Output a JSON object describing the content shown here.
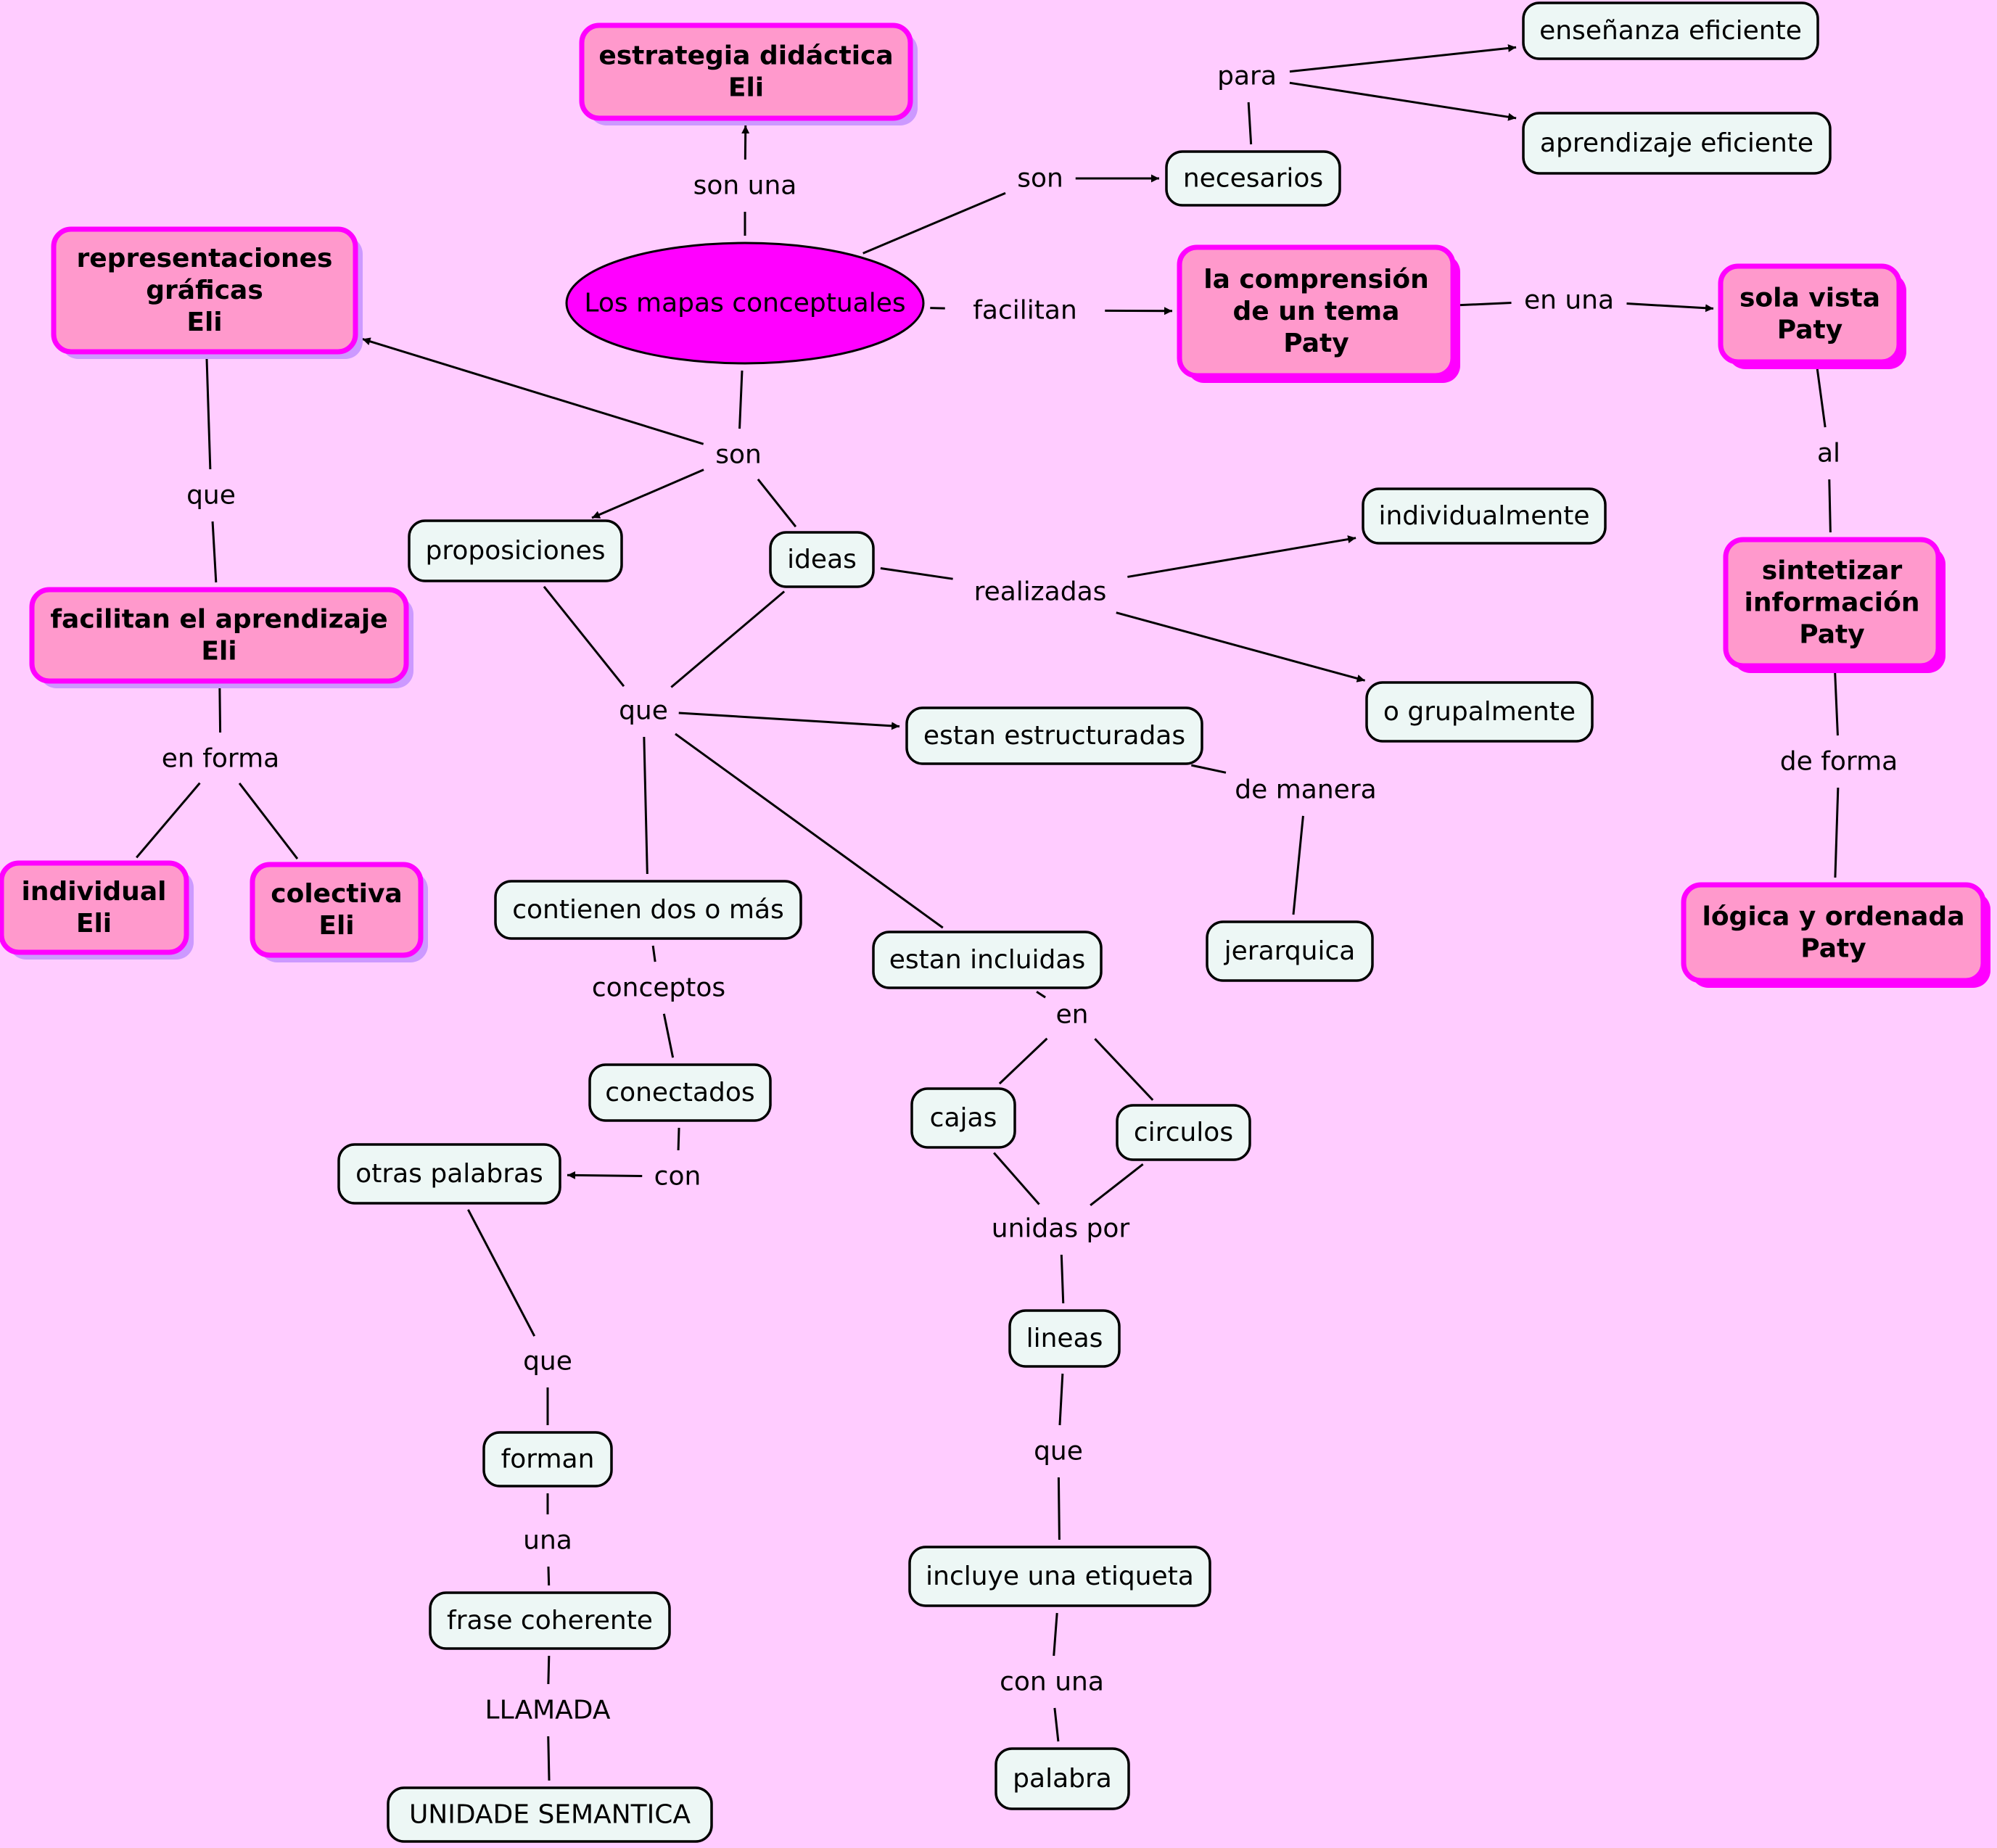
{
  "map": {
    "root": {
      "id": "root",
      "label": "Los mapas conceptuales",
      "color": "#ff00ff"
    },
    "colors": {
      "background": "#ffccff",
      "highlight_fill": "#ff99cc",
      "highlight_border": "#ff00ff",
      "shadow_eli": "#cc99ff",
      "shadow_paty": "#ff00ff",
      "plain_fill": "#edf7f5"
    },
    "concepts": [
      {
        "id": "estrategia",
        "lines": [
          "estrategia didáctica",
          "Eli"
        ],
        "style": "eli"
      },
      {
        "id": "representaciones",
        "lines": [
          "representaciones",
          "gráficas",
          "Eli"
        ],
        "style": "eli"
      },
      {
        "id": "facilitan_aprendizaje",
        "lines": [
          "facilitan el aprendizaje",
          "Eli"
        ],
        "style": "eli"
      },
      {
        "id": "individual",
        "lines": [
          "individual",
          "Eli"
        ],
        "style": "eli"
      },
      {
        "id": "colectiva",
        "lines": [
          "colectiva",
          "Eli"
        ],
        "style": "eli"
      },
      {
        "id": "comprension",
        "lines": [
          "la comprensión",
          "de un tema",
          "Paty"
        ],
        "style": "paty"
      },
      {
        "id": "sola_vista",
        "lines": [
          "sola vista",
          "Paty"
        ],
        "style": "paty"
      },
      {
        "id": "sintetizar",
        "lines": [
          "sintetizar",
          "información",
          "Paty"
        ],
        "style": "paty"
      },
      {
        "id": "logica",
        "lines": [
          "lógica y ordenada",
          "Paty"
        ],
        "style": "paty"
      },
      {
        "id": "ensenanza",
        "lines": [
          "enseñanza eficiente"
        ],
        "style": "plain"
      },
      {
        "id": "aprendizaje_ef",
        "lines": [
          "aprendizaje eficiente"
        ],
        "style": "plain"
      },
      {
        "id": "necesarios",
        "lines": [
          "necesarios"
        ],
        "style": "plain"
      },
      {
        "id": "proposiciones",
        "lines": [
          "proposiciones"
        ],
        "style": "plain"
      },
      {
        "id": "ideas",
        "lines": [
          "ideas"
        ],
        "style": "plain"
      },
      {
        "id": "individualmente",
        "lines": [
          "individualmente"
        ],
        "style": "plain"
      },
      {
        "id": "grupalmente",
        "lines": [
          "o grupalmente"
        ],
        "style": "plain"
      },
      {
        "id": "estructuradas",
        "lines": [
          "estan estructuradas"
        ],
        "style": "plain"
      },
      {
        "id": "jerarquica",
        "lines": [
          "jerarquica"
        ],
        "style": "plain"
      },
      {
        "id": "contienen",
        "lines": [
          "contienen dos o más"
        ],
        "style": "plain"
      },
      {
        "id": "incluidas",
        "lines": [
          "estan incluidas"
        ],
        "style": "plain"
      },
      {
        "id": "conectados",
        "lines": [
          "conectados"
        ],
        "style": "plain"
      },
      {
        "id": "otras_palabras",
        "lines": [
          "otras palabras"
        ],
        "style": "plain"
      },
      {
        "id": "cajas",
        "lines": [
          "cajas"
        ],
        "style": "plain"
      },
      {
        "id": "circulos",
        "lines": [
          "circulos"
        ],
        "style": "plain"
      },
      {
        "id": "lineas",
        "lines": [
          "lineas"
        ],
        "style": "plain"
      },
      {
        "id": "forman",
        "lines": [
          "forman"
        ],
        "style": "plain"
      },
      {
        "id": "incluye",
        "lines": [
          "incluye una etiqueta"
        ],
        "style": "plain"
      },
      {
        "id": "frase",
        "lines": [
          "frase coherente"
        ],
        "style": "plain"
      },
      {
        "id": "palabra",
        "lines": [
          "palabra"
        ],
        "style": "plain"
      },
      {
        "id": "unidade",
        "lines": [
          "UNIDADE SEMANTICA"
        ],
        "style": "plain"
      }
    ],
    "linking_phrases": [
      {
        "id": "l_son_una",
        "label": "son una"
      },
      {
        "id": "l_son_nec",
        "label": "son"
      },
      {
        "id": "l_para",
        "label": "para"
      },
      {
        "id": "l_facilitan",
        "label": "facilitan"
      },
      {
        "id": "l_en_una",
        "label": "en una"
      },
      {
        "id": "l_son",
        "label": "son"
      },
      {
        "id": "l_que_rep",
        "label": "que"
      },
      {
        "id": "l_realizadas",
        "label": "realizadas"
      },
      {
        "id": "l_que_mid",
        "label": "que"
      },
      {
        "id": "l_en_forma",
        "label": "en forma"
      },
      {
        "id": "l_de_manera",
        "label": "de manera"
      },
      {
        "id": "l_al",
        "label": "al"
      },
      {
        "id": "l_de_forma",
        "label": "de forma"
      },
      {
        "id": "l_conceptos",
        "label": "conceptos"
      },
      {
        "id": "l_en",
        "label": "en"
      },
      {
        "id": "l_con",
        "label": "con"
      },
      {
        "id": "l_unidas_por",
        "label": "unidas por"
      },
      {
        "id": "l_que_forman",
        "label": "que"
      },
      {
        "id": "l_que_incluye",
        "label": "que"
      },
      {
        "id": "l_una",
        "label": "una"
      },
      {
        "id": "l_con_una",
        "label": "con una"
      },
      {
        "id": "l_llamada",
        "label": "LLAMADA"
      }
    ],
    "connections": [
      {
        "from": "root",
        "to": "l_son_una",
        "arrow": false
      },
      {
        "from": "l_son_una",
        "to": "estrategia",
        "arrow": true
      },
      {
        "from": "root",
        "to": "l_son_nec",
        "arrow": false
      },
      {
        "from": "l_son_nec",
        "to": "necesarios",
        "arrow": true
      },
      {
        "from": "necesarios",
        "to": "l_para",
        "arrow": false
      },
      {
        "from": "l_para",
        "to": "ensenanza",
        "arrow": true
      },
      {
        "from": "l_para",
        "to": "aprendizaje_ef",
        "arrow": true
      },
      {
        "from": "root",
        "to": "l_facilitan",
        "arrow": false
      },
      {
        "from": "l_facilitan",
        "to": "comprension",
        "arrow": true
      },
      {
        "from": "comprension",
        "to": "l_en_una",
        "arrow": false
      },
      {
        "from": "l_en_una",
        "to": "sola_vista",
        "arrow": true
      },
      {
        "from": "sola_vista",
        "to": "l_al",
        "arrow": false
      },
      {
        "from": "l_al",
        "to": "sintetizar",
        "arrow": false
      },
      {
        "from": "sintetizar",
        "to": "l_de_forma",
        "arrow": false
      },
      {
        "from": "l_de_forma",
        "to": "logica",
        "arrow": false
      },
      {
        "from": "root",
        "to": "l_son",
        "arrow": false
      },
      {
        "from": "l_son",
        "to": "representaciones",
        "arrow": true
      },
      {
        "from": "l_son",
        "to": "proposiciones",
        "arrow": true
      },
      {
        "from": "l_son",
        "to": "ideas",
        "arrow": false
      },
      {
        "from": "representaciones",
        "to": "l_que_rep",
        "arrow": false
      },
      {
        "from": "l_que_rep",
        "to": "facilitan_aprendizaje",
        "arrow": false
      },
      {
        "from": "facilitan_aprendizaje",
        "to": "l_en_forma",
        "arrow": false
      },
      {
        "from": "l_en_forma",
        "to": "individual",
        "arrow": false
      },
      {
        "from": "l_en_forma",
        "to": "colectiva",
        "arrow": false
      },
      {
        "from": "ideas",
        "to": "l_realizadas",
        "arrow": false
      },
      {
        "from": "l_realizadas",
        "to": "individualmente",
        "arrow": true
      },
      {
        "from": "l_realizadas",
        "to": "grupalmente",
        "arrow": true
      },
      {
        "from": "proposiciones",
        "to": "l_que_mid",
        "arrow": false
      },
      {
        "from": "ideas",
        "to": "l_que_mid",
        "arrow": false
      },
      {
        "from": "l_que_mid",
        "to": "estructuradas",
        "arrow": true
      },
      {
        "from": "l_que_mid",
        "to": "contienen",
        "arrow": false
      },
      {
        "from": "l_que_mid",
        "to": "incluidas",
        "arrow": false
      },
      {
        "from": "estructuradas",
        "to": "l_de_manera",
        "arrow": false
      },
      {
        "from": "l_de_manera",
        "to": "jerarquica",
        "arrow": false
      },
      {
        "from": "contienen",
        "to": "l_conceptos",
        "arrow": false
      },
      {
        "from": "l_conceptos",
        "to": "conectados",
        "arrow": false
      },
      {
        "from": "conectados",
        "to": "l_con",
        "arrow": false
      },
      {
        "from": "l_con",
        "to": "otras_palabras",
        "arrow": true
      },
      {
        "from": "otras_palabras",
        "to": "l_que_forman",
        "arrow": false
      },
      {
        "from": "l_que_forman",
        "to": "forman",
        "arrow": false
      },
      {
        "from": "forman",
        "to": "l_una",
        "arrow": false
      },
      {
        "from": "l_una",
        "to": "frase",
        "arrow": false
      },
      {
        "from": "frase",
        "to": "l_llamada",
        "arrow": false
      },
      {
        "from": "l_llamada",
        "to": "unidade",
        "arrow": false
      },
      {
        "from": "incluidas",
        "to": "l_en",
        "arrow": false
      },
      {
        "from": "l_en",
        "to": "cajas",
        "arrow": false
      },
      {
        "from": "l_en",
        "to": "circulos",
        "arrow": false
      },
      {
        "from": "cajas",
        "to": "l_unidas_por",
        "arrow": false
      },
      {
        "from": "circulos",
        "to": "l_unidas_por",
        "arrow": false
      },
      {
        "from": "l_unidas_por",
        "to": "lineas",
        "arrow": false
      },
      {
        "from": "lineas",
        "to": "l_que_incluye",
        "arrow": false
      },
      {
        "from": "l_que_incluye",
        "to": "incluye",
        "arrow": false
      },
      {
        "from": "incluye",
        "to": "l_con_una",
        "arrow": false
      },
      {
        "from": "l_con_una",
        "to": "palabra",
        "arrow": false
      }
    ]
  }
}
